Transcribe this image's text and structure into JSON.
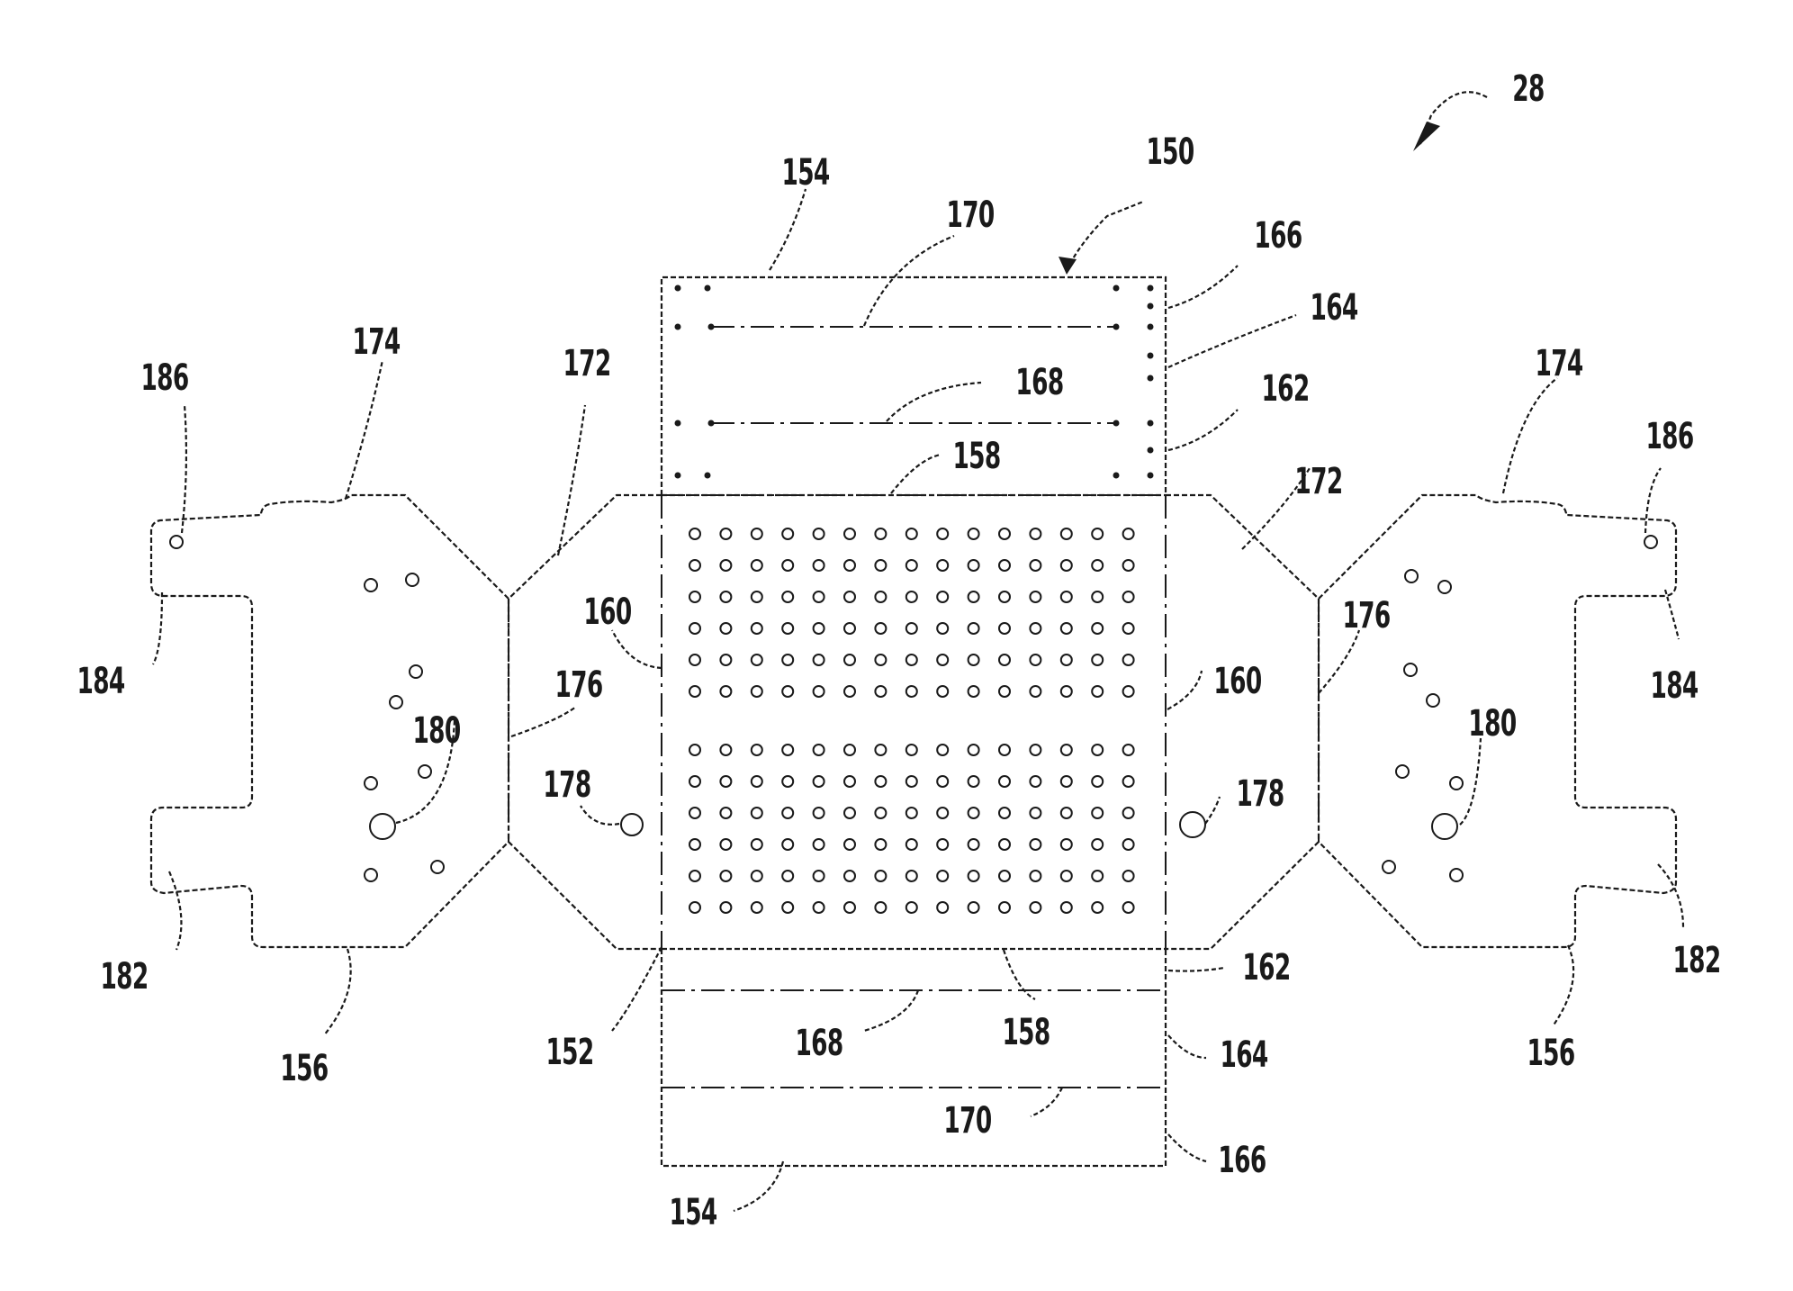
{
  "figure": {
    "ref": "28",
    "labels": {
      "assembly": "150",
      "base_panel": "152",
      "end_panel_top": "154",
      "end_panel_bottom": "154",
      "side_flap_left": "156",
      "side_flap_right": "156",
      "fold_line_top": "158",
      "fold_line_bottom": "158",
      "side_fold_left": "160",
      "side_fold_right": "160",
      "seg162_top": "162",
      "seg162_bottom": "162",
      "seg164_top": "164",
      "seg164_bottom": "164",
      "seg166_top": "166",
      "seg166_bottom": "166",
      "fold168_top": "168",
      "fold168_bottom": "168",
      "fold170_top": "170",
      "fold170_bottom": "170",
      "gusset_left": "172",
      "gusset_right": "172",
      "edge174_left": "174",
      "edge174_right": "174",
      "fold176_left": "176",
      "fold176_right": "176",
      "hole178_left": "178",
      "hole178_right": "178",
      "hole180_left": "180",
      "hole180_right": "180",
      "tab182_left": "182",
      "tab182_right": "182",
      "tab184_left": "184",
      "tab184_right": "184",
      "hole186_left": "186",
      "hole186_right": "186"
    }
  }
}
